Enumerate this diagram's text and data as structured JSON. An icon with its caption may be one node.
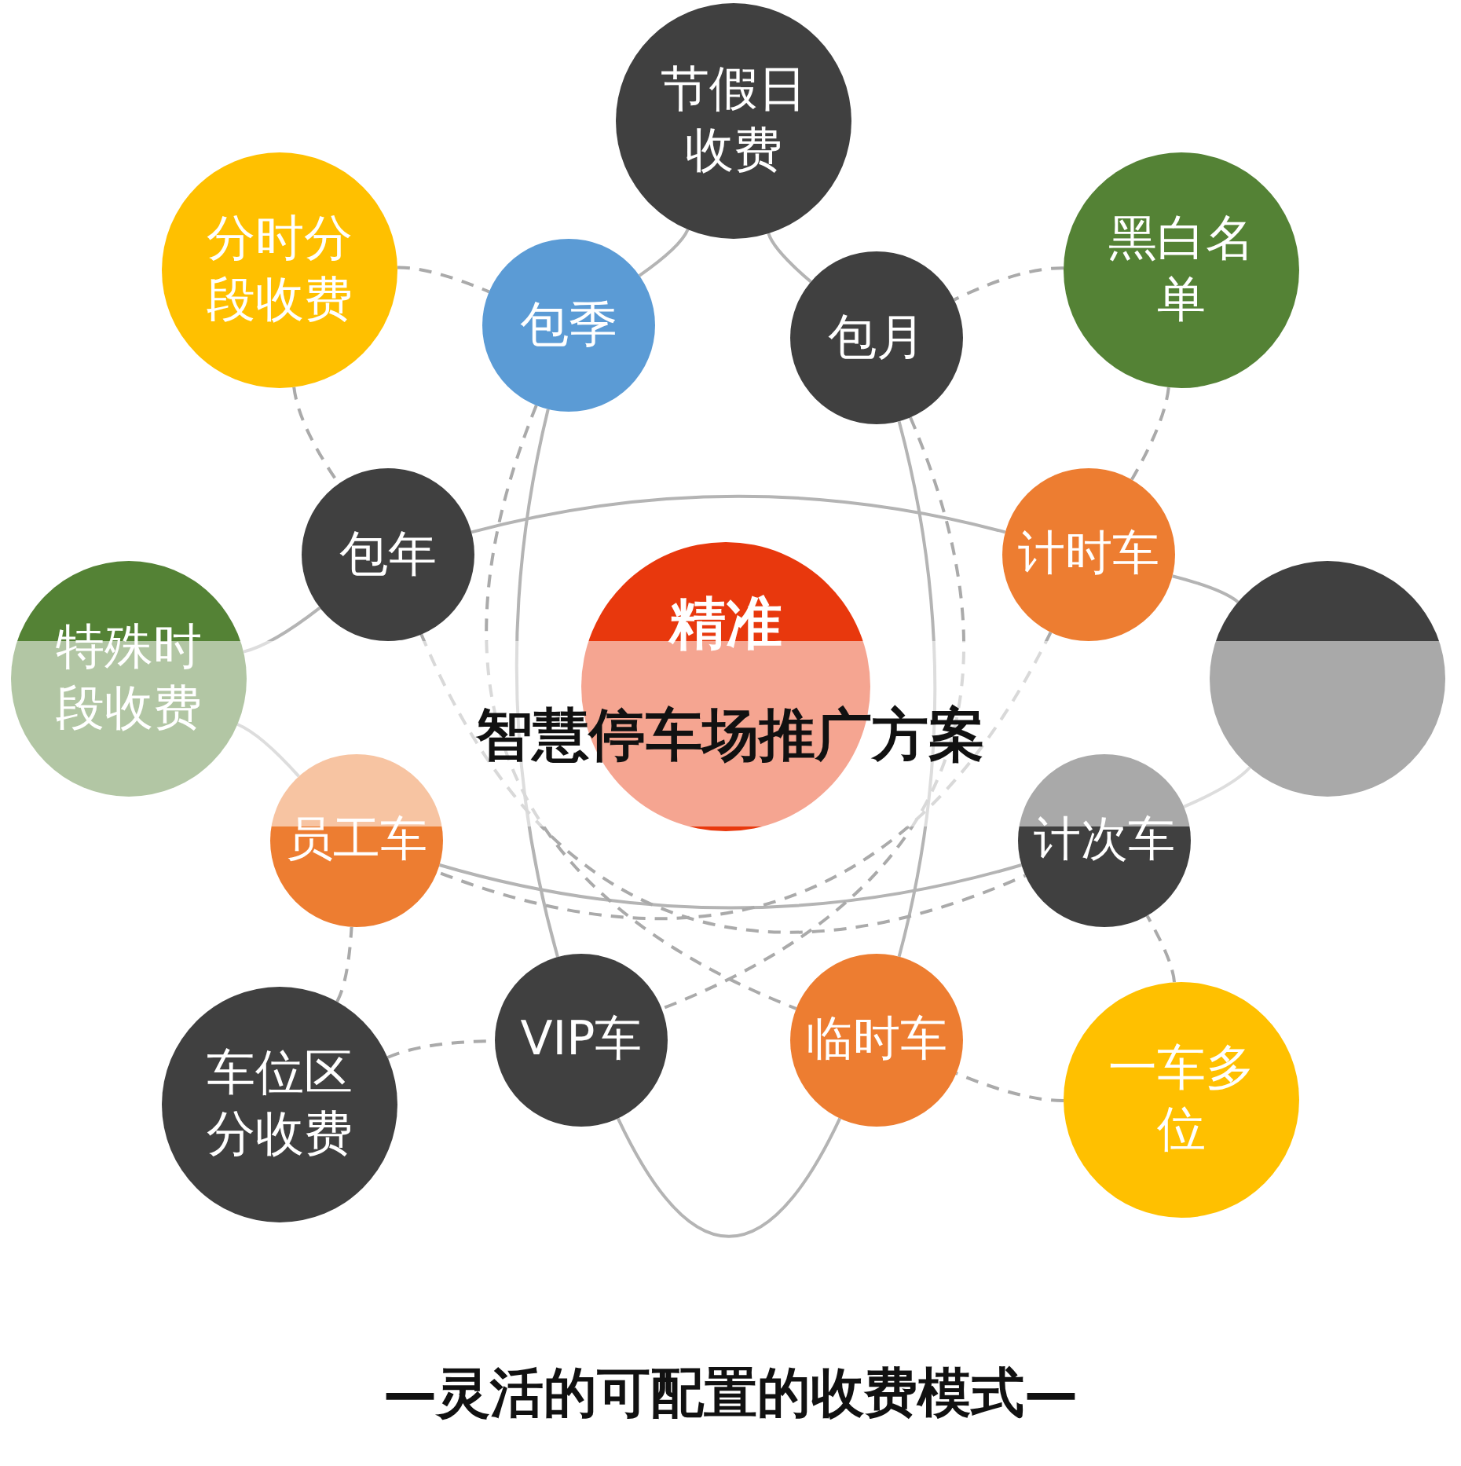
{
  "diagram": {
    "title": "智慧停车场推广方案",
    "caption": "—灵活的可配置的收费模式—",
    "nodes": [
      {
        "text": [
          "节假日收费"
        ]
      },
      {
        "text": [
          "分时分段收费"
        ]
      },
      {
        "text": [
          "包季"
        ]
      },
      {
        "text": [
          "包月"
        ]
      },
      {
        "text": [
          "黑白名单"
        ]
      },
      {
        "text": [
          "包年"
        ]
      },
      {
        "text": [
          "计时车"
        ]
      },
      {
        "text": [
          "特殊时段收费"
        ]
      },
      {
        "text": [
          "精准"
        ]
      },
      {
        "text": [],
        "shape": "circle"
      },
      {
        "text": [
          "员工车"
        ]
      },
      {
        "text": [
          "计次车"
        ]
      },
      {
        "text": [
          "车位区分收费"
        ]
      },
      {
        "text": [
          "VIP车"
        ]
      },
      {
        "text": [
          "临时车"
        ]
      },
      {
        "text": [
          "一车多位"
        ]
      }
    ],
    "edges": [
      {
        "from": 0,
        "to": 2,
        "arrow": "none"
      },
      {
        "from": 0,
        "to": 3,
        "arrow": "none"
      },
      {
        "from": 2,
        "to": 13,
        "arrow": "none"
      },
      {
        "from": 3,
        "to": 14,
        "arrow": "none"
      },
      {
        "from": 13,
        "to": 14,
        "arrow": "none"
      },
      {
        "from": 5,
        "to": 6,
        "arrow": "none"
      },
      {
        "from": 6,
        "to": 9,
        "arrow": "none"
      },
      {
        "from": 9,
        "to": 11,
        "arrow": "none"
      },
      {
        "from": 10,
        "to": 11,
        "arrow": "none"
      },
      {
        "from": 7,
        "to": 10,
        "arrow": "none"
      },
      {
        "from": 5,
        "to": 7,
        "arrow": "none"
      },
      {
        "from": 1,
        "to": 2,
        "arrow": "none",
        "style": "dashed"
      },
      {
        "from": 1,
        "to": 5,
        "arrow": "none",
        "style": "dashed"
      },
      {
        "from": 4,
        "to": 3,
        "arrow": "none",
        "style": "dashed"
      },
      {
        "from": 4,
        "to": 6,
        "arrow": "none",
        "style": "dashed"
      },
      {
        "from": 15,
        "to": 11,
        "arrow": "none",
        "style": "dashed"
      },
      {
        "from": 15,
        "to": 14,
        "arrow": "none",
        "style": "dashed"
      },
      {
        "from": 12,
        "to": 13,
        "arrow": "none",
        "style": "dashed"
      },
      {
        "from": 12,
        "to": 10,
        "arrow": "none",
        "style": "dashed"
      },
      {
        "from": 2,
        "to": 14,
        "arrow": "none",
        "style": "dashed"
      },
      {
        "from": 3,
        "to": 13,
        "arrow": "none",
        "style": "dashed"
      },
      {
        "from": 5,
        "to": 11,
        "arrow": "none",
        "style": "dashed"
      },
      {
        "from": 6,
        "to": 10,
        "arrow": "none",
        "style": "dashed"
      }
    ]
  }
}
